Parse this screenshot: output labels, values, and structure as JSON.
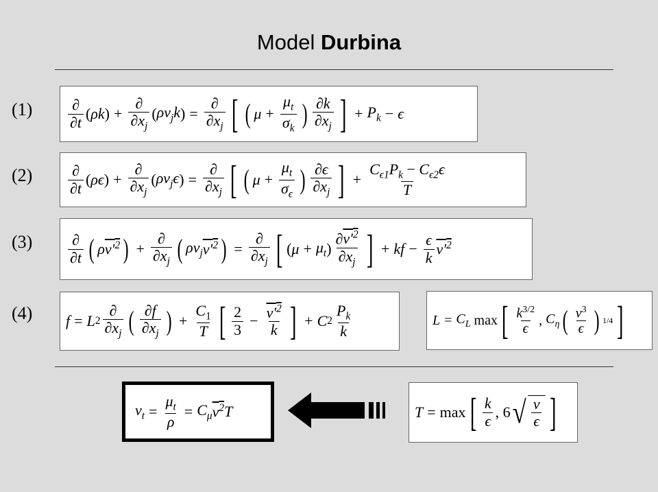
{
  "title": {
    "regular": "Model",
    "bold": "Durbina"
  },
  "equation_numbers": [
    "(1)",
    "(2)",
    "(3)",
    "(4)"
  ]
}
